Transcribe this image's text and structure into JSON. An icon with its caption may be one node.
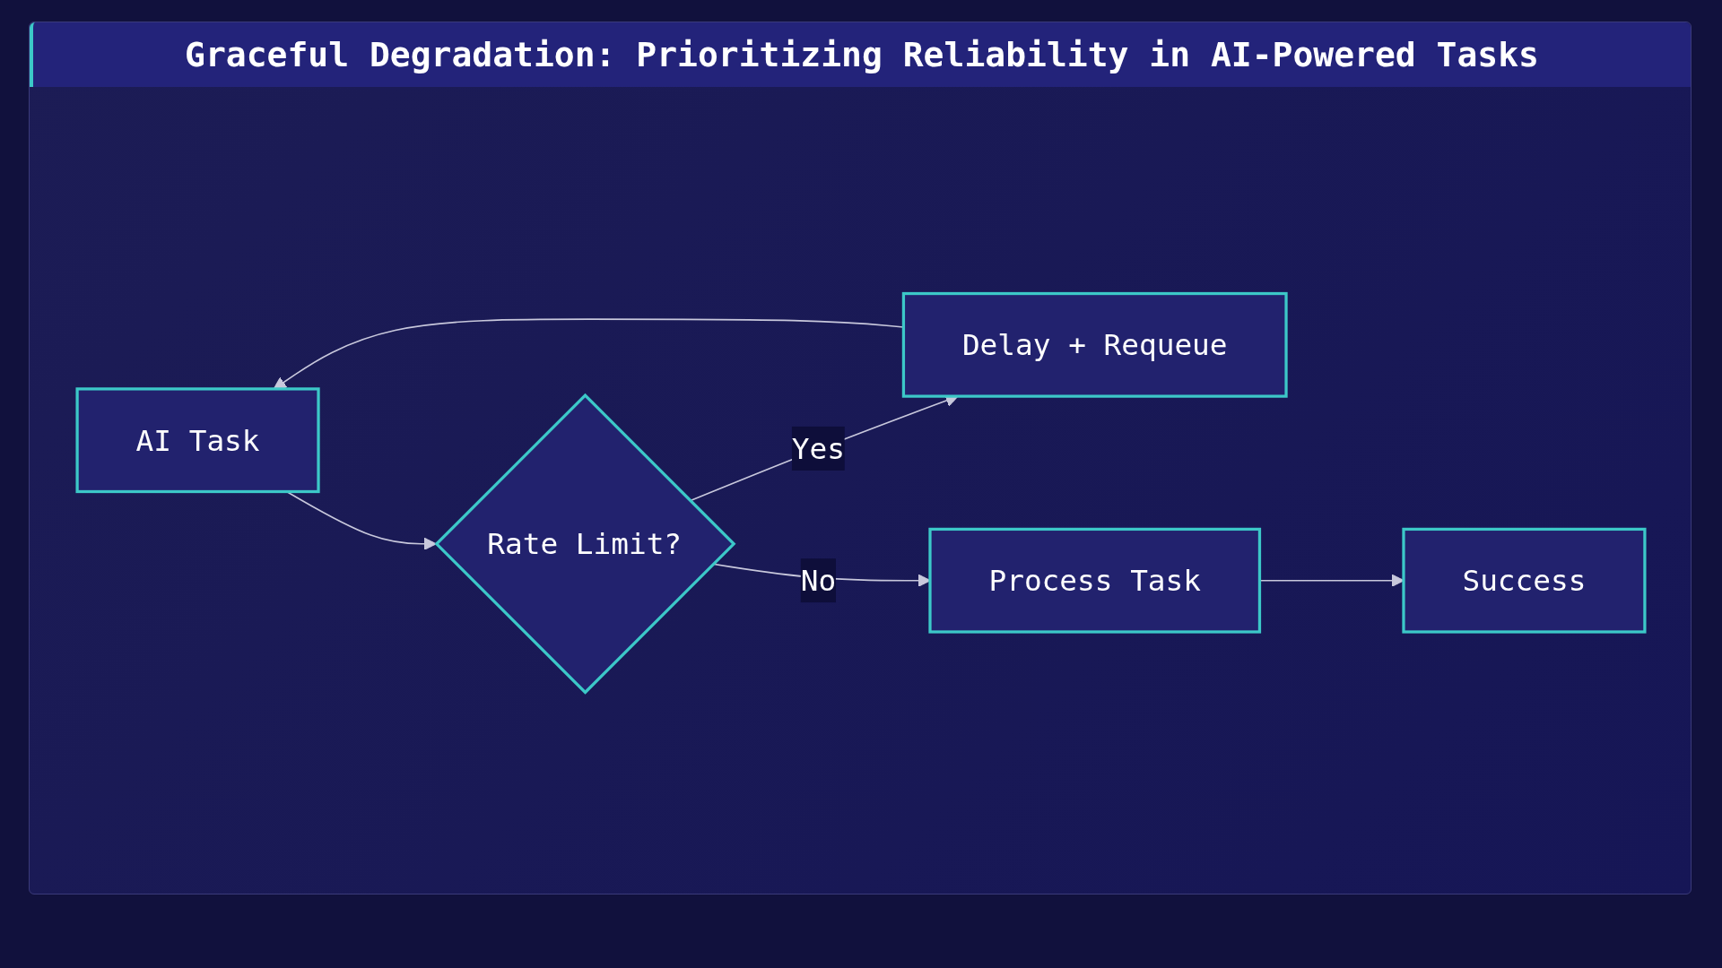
{
  "diagram": {
    "title": "Graceful Degradation: Prioritizing Reliability in AI-Powered Tasks",
    "nodes": [
      {
        "text": [
          "AI Task"
        ]
      },
      {
        "text": [
          "Rate Limit?"
        ]
      },
      {
        "text": [
          "Delay + Requeue"
        ]
      },
      {
        "text": [
          "Process Task"
        ]
      },
      {
        "text": [
          "Success"
        ]
      }
    ],
    "edges": [
      {
        "from": 0,
        "to": 1,
        "arrow": "to"
      },
      {
        "from": 1,
        "to": 2,
        "arrow": "to",
        "label": "Yes"
      },
      {
        "from": 1,
        "to": 3,
        "arrow": "to",
        "label": "No"
      },
      {
        "from": 3,
        "to": 4,
        "arrow": "to"
      },
      {
        "from": 2,
        "to": 0,
        "arrow": "to"
      }
    ]
  }
}
